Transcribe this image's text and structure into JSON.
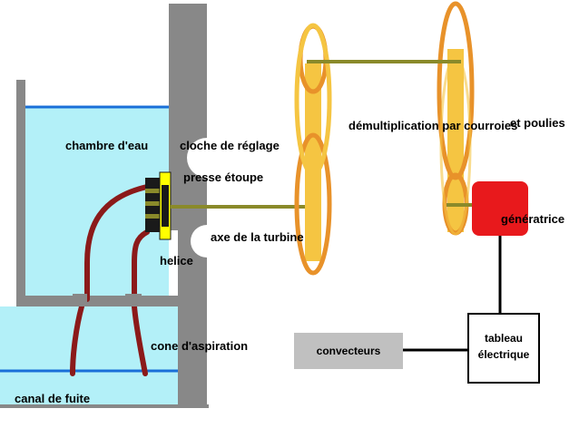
{
  "labels": {
    "chambre": "chambre d'eau",
    "cloche": "cloche de réglage",
    "presse": "presse étoupe",
    "axe": "axe de la turbine",
    "helice": "helice",
    "cone": "cone d'aspiration",
    "canal": "canal de fuite",
    "demult": "démultiplication par courroies",
    "poulies": "et poulies",
    "generatrice": "génératrice",
    "tableau_line1": "tableau",
    "tableau_line2": "électrique",
    "convecteurs": "convecteurs"
  },
  "colors": {
    "water": "#b3f0f8",
    "water_surface": "#1a6fd8",
    "wall": "#888888",
    "pipe": "#8b1a1a",
    "shaft": "#8a8a2a",
    "belt": "#f5c542",
    "pulley": "#e8922a",
    "generator": "#e8191c",
    "hub": "#ffff00",
    "convecteurs_box": "#c0c0c0"
  }
}
